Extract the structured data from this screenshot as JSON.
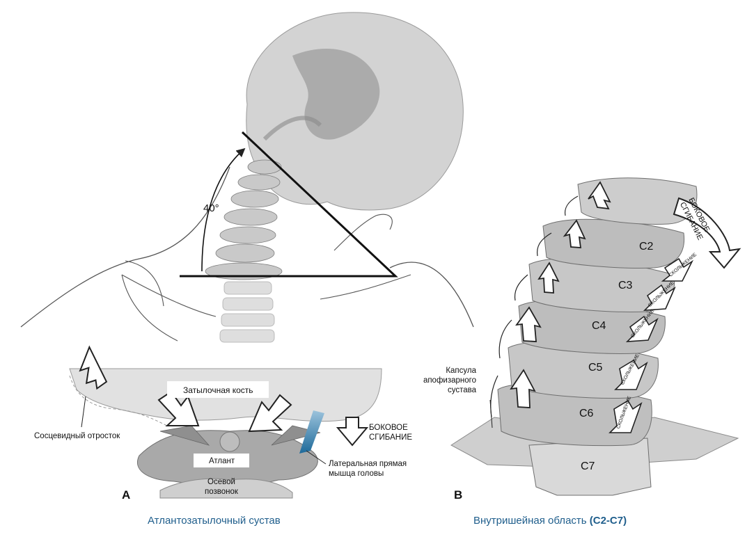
{
  "top_figure": {
    "angle_label": "40°"
  },
  "panel_a": {
    "letter": "A",
    "labels": {
      "occipital_bone": "Затылочная кость",
      "mastoid_process": "Сосцевидный отросток",
      "lateral_flexion_line1": "БОКОВОЕ",
      "lateral_flexion_line2": "СГИБАНИЕ",
      "atlas": "Атлант",
      "axis_line1": "Осевой",
      "axis_line2": "позвонок",
      "rectus_line1": "Латеральная прямая",
      "rectus_line2": "мышца головы"
    },
    "caption": "Атлантозатылочный сустав"
  },
  "panel_b": {
    "letter": "B",
    "labels": {
      "capsule_line1": "Капсула",
      "capsule_line2": "апофизарного",
      "capsule_line3": "сустава",
      "lateral_flexion_line1": "БОКОВОЕ",
      "lateral_flexion_line2": "СГИБАНИЕ",
      "sliding": "СКОЛЬЖЕНИЕ"
    },
    "vertebrae": [
      "C2",
      "C3",
      "C4",
      "C5",
      "C6",
      "C7"
    ],
    "caption_text": "Внутришейная область",
    "caption_range": "(C2-C7)"
  },
  "colors": {
    "caption_blue": "#1f5e8c",
    "muscle_blue": "#1e6a9a",
    "bone_gray": "#bdbdbd"
  }
}
